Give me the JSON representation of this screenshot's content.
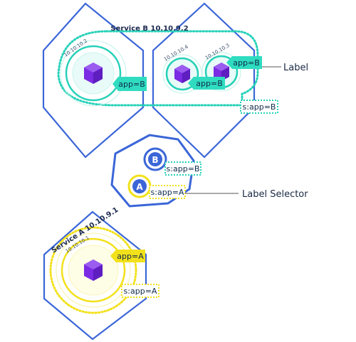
{
  "service_b": {
    "title": "Service B 10.10.9.2",
    "pod_left_ip": "10.10.10.2",
    "pod_mid_ip": "10.10.10.4",
    "pod_right_ip": "10.10.10.3",
    "pod_left_label": "app=B",
    "pod_right_label": "app=B",
    "pod_mid_label": "app=B",
    "selector": "s:app=B"
  },
  "service_a": {
    "title": "Service A 10.10.9.1",
    "pod_ip": "10.10.10.1",
    "pod_label": "app=A",
    "selector": "s:app=A"
  },
  "controller": {
    "icon_b": "B",
    "icon_a": "A",
    "selector_b": "s:app=B",
    "selector_a": "s:app=A"
  },
  "callouts": {
    "label": "Label",
    "label_selector": "Label Selector"
  },
  "colors": {
    "hex_blue": "#3b66d8",
    "teal": "#26d1b8",
    "teal_fill": "#e8fbf8",
    "yellow": "#f2e11a",
    "yellow_fill": "#fefde6",
    "purple": "#7a2be3",
    "tag_teal": "#2fdcc0",
    "tag_yellow": "#f2e11a"
  },
  "icons": [
    "cube-icon",
    "service-b-icon",
    "service-a-icon"
  ]
}
